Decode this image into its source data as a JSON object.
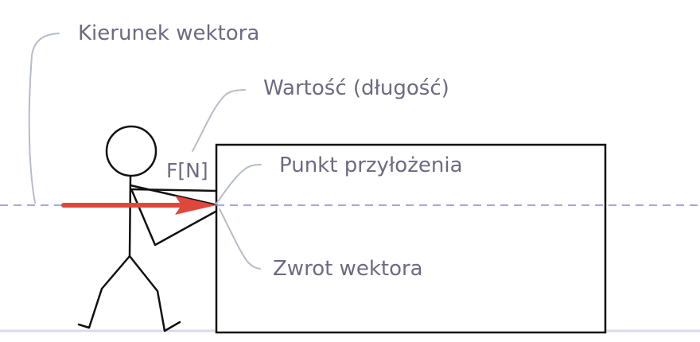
{
  "diagram": {
    "labels": {
      "direction": "Kierunek wektora",
      "magnitude": "Wartość (długość)",
      "application_point": "Punkt przyłożenia",
      "sense": "Zwrot wektora",
      "force_symbol": "F[N]"
    },
    "colors": {
      "vector": "#e0473b",
      "line_of_action": "#9a9ed0",
      "leader_lines": "#b6bcc8",
      "figure": "#111111",
      "ground": "#d8dbe8",
      "label_text": "#6e6a80"
    }
  }
}
